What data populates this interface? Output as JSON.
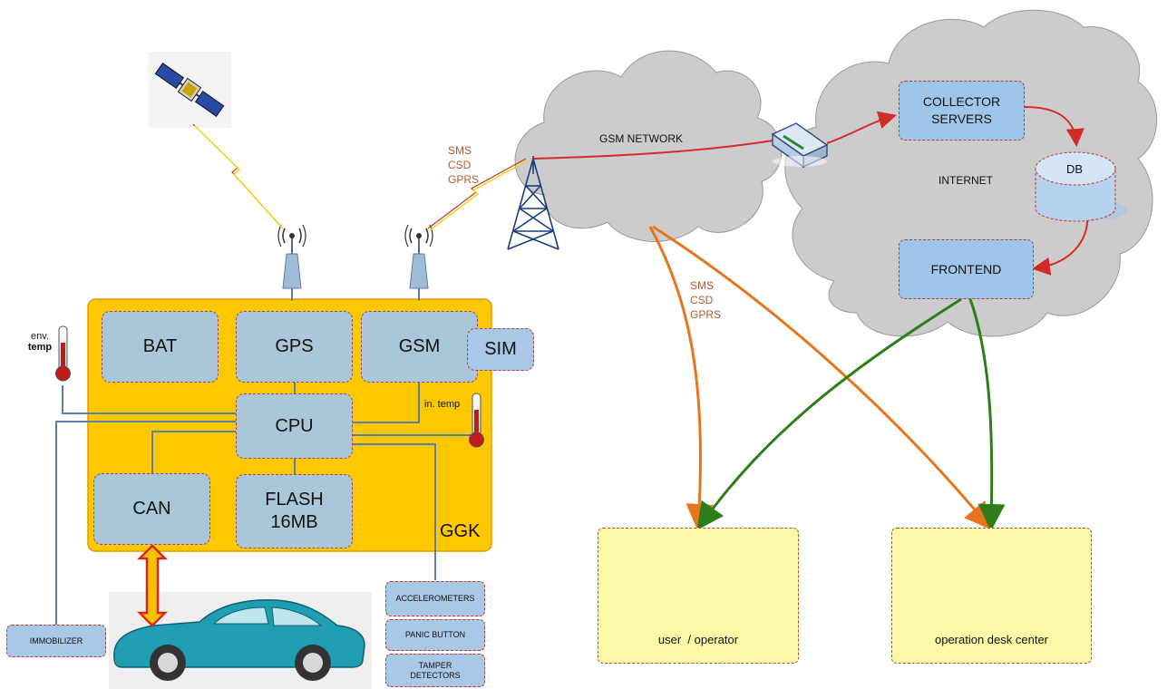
{
  "device": {
    "name": "GGK",
    "modules": {
      "bat": "BAT",
      "gps": "GPS",
      "gsm": "GSM",
      "sim": "SIM",
      "cpu": "CPU",
      "can": "CAN",
      "flash_line1": "FLASH",
      "flash_line2": "16MB"
    },
    "env_temp_line1": "env.",
    "env_temp_line2": "temp",
    "in_temp": "in. temp"
  },
  "peripherals": {
    "immobilizer": "IMMOBILIZER",
    "accelerometers": "ACCELEROMETERS",
    "panic_button": "PANIC BUTTON",
    "tamper_line1": "TAMPER",
    "tamper_line2": "DETECTORS"
  },
  "network": {
    "gsm_network": "GSM NETWORK",
    "protocols_upper": "SMS\nCSD\nGPRS",
    "protocols_lower": "SMS\nCSD\nGPRS",
    "internet": "INTERNET",
    "collector_line1": "COLLECTOR",
    "collector_line2": "SERVERS",
    "db": "DB",
    "frontend": "FRONTEND"
  },
  "clients": {
    "user_operator": "user  / operator",
    "operation_desk": "operation desk center"
  },
  "colors": {
    "device_fill": "#fdc800",
    "module_fill": "#a9c7d9",
    "server_fill": "#9ec5ea",
    "cloud_fill": "#cccccc",
    "client_fill": "#fbf8a8",
    "gsm_link": "#d52a2a",
    "sms_link": "#e8741c",
    "frontend_link": "#2e7d1a",
    "wire": "#5b7fa6"
  }
}
